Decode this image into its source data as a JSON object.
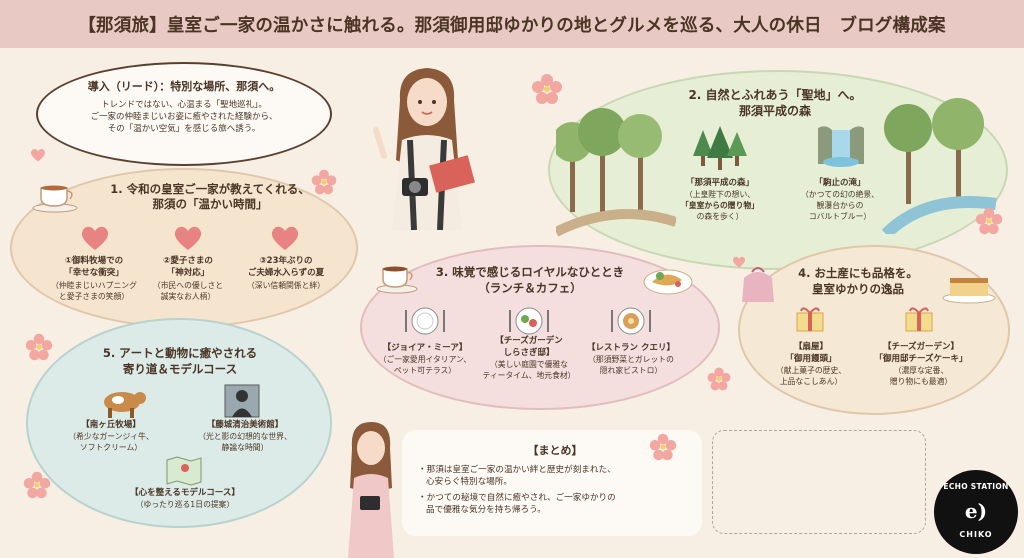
{
  "header": {
    "title": "【那須旅】皇室ご一家の温かさに触れる。那須御用邸ゆかりの地とグルメを巡る、大人の休日　ブログ構成案"
  },
  "intro": {
    "title": "導入（リード）：特別な場所、那須へ。",
    "line1": "トレンドではない、心温まる「聖地巡礼」。",
    "line2": "ご一家の仲睦まじいお姿に癒やされた経験から、",
    "line3": "その「温かい空気」を感じる旅へ誘う。"
  },
  "sec1": {
    "title1": "1. 令和の皇室ご一家が教えてくれる、",
    "title2": "那須の「温かい時間」",
    "items": [
      {
        "l1": "①御料牧場での",
        "l2": "「幸せな衝突」",
        "l3": "（仲睦まじいハプニング",
        "l4": "と愛子さまの笑顔）"
      },
      {
        "l1": "②愛子さまの",
        "l2": "「神対応」",
        "l3": "（市民への優しさと",
        "l4": "誠実なお人柄）"
      },
      {
        "l1": "③23年ぶりの",
        "l2": "ご夫婦水入らずの夏",
        "l3": "（深い信頼関係と絆）",
        "l4": ""
      }
    ]
  },
  "sec2": {
    "title1": "2. 自然とふれあう「聖地」へ。",
    "title2": "那須平成の森",
    "item1": {
      "l1": "「那須平成の森」",
      "l2": "（上皇陛下の想い、",
      "l3": "「皇室からの贈り物」",
      "l4": "の森を歩く）"
    },
    "item2": {
      "l1": "「駒止の滝」",
      "l2": "（かつての幻の絶景、",
      "l3": "観瀑台からの",
      "l4": "コバルトブルー）"
    }
  },
  "sec3": {
    "title1": "3. 味覚で感じるロイヤルなひととき",
    "title2": "（ランチ＆カフェ）",
    "items": [
      {
        "l1": "【ジョイア・ミーア】",
        "l2": "（ご一家愛用イタリアン、",
        "l3": "ペット可テラス）"
      },
      {
        "l1": "【チーズガーデン",
        "l2": "しらさぎ邸】",
        "l3": "（美しい庭園で優雅な",
        "l4": "ティータイム、地元食材）"
      },
      {
        "l1": "【レストラン クエリ】",
        "l2": "（那須野菜とガレットの",
        "l3": "隠れ家ビストロ）"
      }
    ]
  },
  "sec4": {
    "title1": "4. お土産にも品格を。",
    "title2": "皇室ゆかりの逸品",
    "item1": {
      "l1": "【扇屋】",
      "l2": "「御用饅頭」",
      "l3": "（献上菓子の歴史、",
      "l4": "上品なこしあん）"
    },
    "item2": {
      "l1": "【チーズガーデン】",
      "l2": "「御用邸チーズケーキ」",
      "l3": "（濃厚な定番、",
      "l4": "贈り物にも最適）"
    }
  },
  "sec5": {
    "title1": "5. アートと動物に癒やされる",
    "title2": "寄り道＆モデルコース",
    "item1": {
      "l1": "【南ヶ丘牧場】",
      "l2": "（希少なガーンジィ牛、",
      "l3": "ソフトクリーム）"
    },
    "item2": {
      "l1": "【藤城清治美術館】",
      "l2": "（光と影の幻想的な世界、",
      "l3": "静謐な時間）"
    },
    "item3": {
      "l1": "【心を整えるモデルコース】",
      "l2": "（ゆったり巡る1日の提案）"
    }
  },
  "summary": {
    "title": "【まとめ】",
    "b1l1": "・那須は皇室ご一家の温かい絆と歴史が刻まれた、",
    "b1l2": "心安らぐ特別な場所。",
    "b2l1": "・かつての秘境で自然に癒やされ、ご一家ゆかりの",
    "b2l2": "品で優雅な気分を持ち帰ろう。"
  },
  "logo": {
    "top": "ECHO STATION",
    "bottom": "CHIKO",
    "mark": "e)"
  },
  "colors": {
    "header": "#e8c9c3",
    "background": "#f7eee4",
    "sec1": "#f5e5cf",
    "sec2": "#e6efd5",
    "sec3": "#f5dede",
    "sec4": "#f5e8d4",
    "sec5": "#dcebe8",
    "heart": "#e88383"
  }
}
